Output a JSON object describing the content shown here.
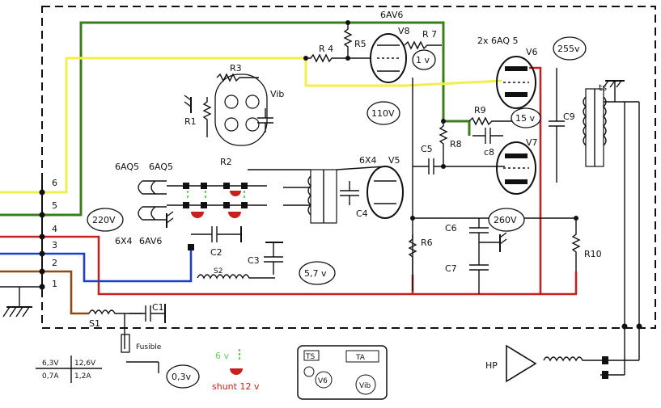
{
  "labels": {
    "v6_type": "6AV6",
    "v8": "V8",
    "r7": "R 7",
    "r5": "R5",
    "r4": "R 4",
    "v6_pair": "2x 6AQ 5",
    "v6": "V6",
    "r3": "R3",
    "vib": "Vib",
    "r1": "R1",
    "r2": "R2",
    "r9": "R9",
    "c8": "c8",
    "r8": "R8",
    "v7": "V7",
    "c9": "C9",
    "ts": "ts",
    "c5": "C5",
    "x4": "6X4",
    "v5": "V5",
    "c4": "C4",
    "aq5_a": "6AQ5",
    "aq5_b": "6AQ5",
    "x4_b": "6X4",
    "av6_b": "6AV6",
    "c2": "C2",
    "c3": "C3",
    "s2": "S2",
    "r6": "R6",
    "c6": "C6",
    "c7": "C7",
    "r10": "R10",
    "s1": "S1",
    "c1": "C1",
    "fusible": "Fusible",
    "hp": "HP",
    "term1": "1",
    "term2": "2",
    "term3": "3",
    "term4": "4",
    "term5": "5",
    "term6": "6",
    "legend_6v": "6 v",
    "legend_12v": "shunt 12 v",
    "table_a1": "6,3V",
    "table_a2": "0,7A",
    "table_b1": "12,6V",
    "table_b2": "1,2A",
    "box_ts": "TS",
    "box_ta": "TA",
    "box_v6": "V6",
    "box_vib": "Vib"
  },
  "bubbles": {
    "v1": "1 v",
    "v255": "255v",
    "v110": "110V",
    "v15": "15 v",
    "v220": "220V",
    "v260": "260V",
    "v57": "5,7 v",
    "v03": "0,3v"
  },
  "colors": {
    "green": "#3a7d1e",
    "yellow": "#f2ef4a",
    "red": "#c8201c",
    "blue": "#1d3ec8",
    "brown": "#8a4b14",
    "legend_green": "#5cd64a"
  }
}
